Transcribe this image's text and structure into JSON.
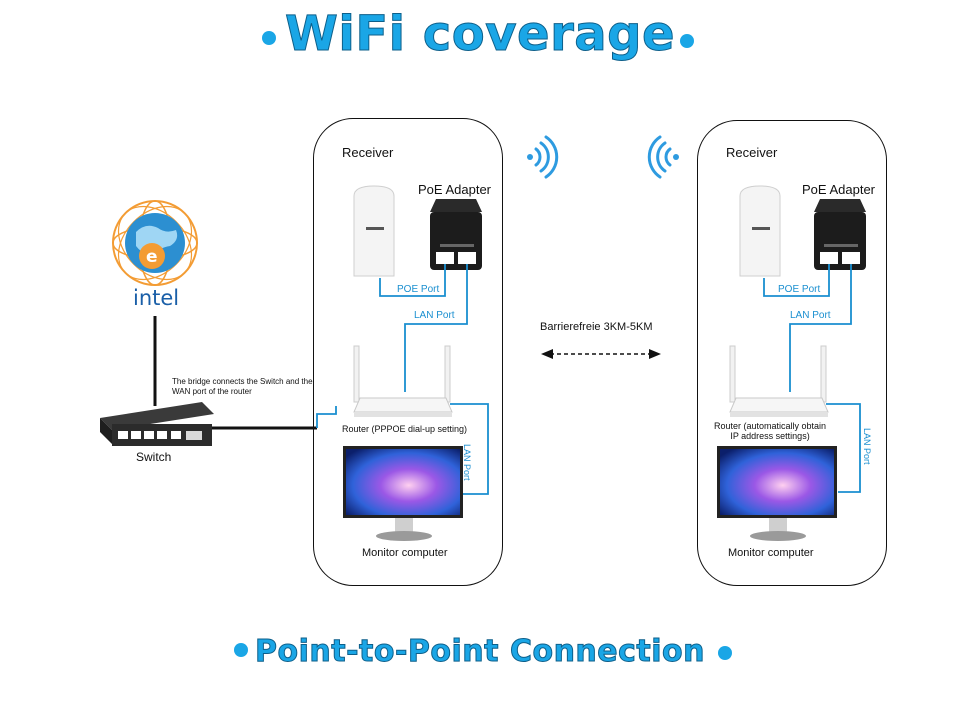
{
  "title": "WiFi coverage",
  "subtitle": "Point-to-Point Connection",
  "colors": {
    "accent": "#1aa6e6",
    "cable": "#1a8fd0",
    "line": "#111111"
  },
  "left_site": {
    "receiver": "Receiver",
    "poe_adapter": "PoE Adapter",
    "poe_port": "POE Port",
    "lan_port": "LAN Port",
    "router": "Router (PPPOE dial-up setting)",
    "lan_port_vertical": "LAN Port",
    "monitor": "Monitor computer"
  },
  "right_site": {
    "receiver": "Receiver",
    "poe_adapter": "PoE Adapter",
    "poe_port": "POE Port",
    "lan_port": "LAN Port",
    "router": "Router (automatically obtain IP address settings)",
    "lan_port_vertical": "LAN Port",
    "monitor": "Monitor computer"
  },
  "link": {
    "distance": "Barrierefreie 3KM-5KM"
  },
  "isp": {
    "logo_text": "intel"
  },
  "switch": {
    "label": "Switch"
  },
  "bridge_note": "The bridge connects the Switch and the WAN port of the router",
  "icons": [
    "wifi-signal-icon",
    "globe-icon",
    "cpe-antenna-icon",
    "poe-adapter-icon",
    "router-icon",
    "monitor-icon",
    "switch-icon"
  ]
}
